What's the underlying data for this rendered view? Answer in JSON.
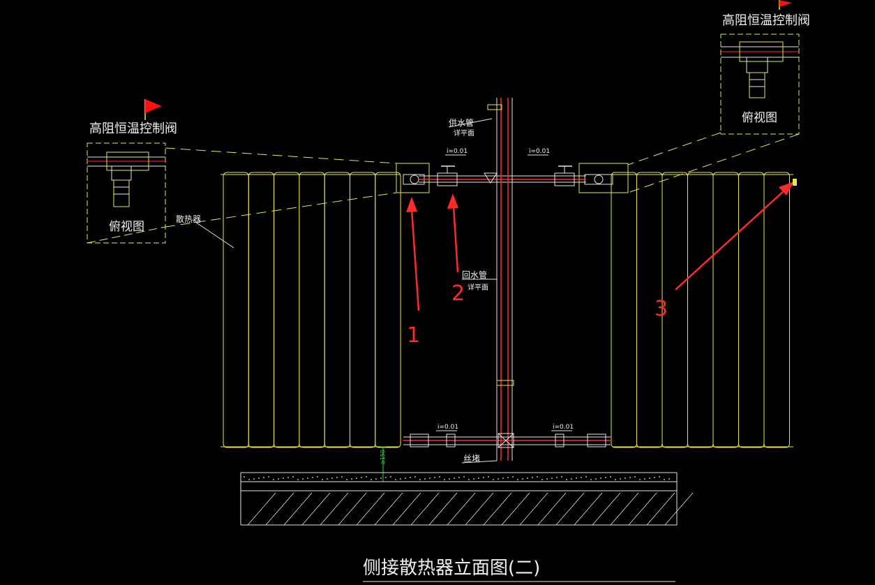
{
  "title": "侧接散热器立面图(二)",
  "valve_label": "高阻恒温控制阀",
  "top_view_label": "俯视图",
  "radiator_label": "散热器",
  "supply_pipe_label": "供水管",
  "supply_pipe_sub": "详平面",
  "return_pipe_label": "回水管",
  "return_pipe_sub": "详平面",
  "slope_label": "i=0.01",
  "plug_label": "丝堵",
  "height_label": "≥150",
  "markers": [
    "1",
    "2",
    "3"
  ],
  "colors": {
    "background": "#000000",
    "radiator": "#e8e84a",
    "pipe_outline": "#e6e6e6",
    "pipe_center": "#ff2a2a",
    "annotation": "#ff2a2a",
    "dimension": "#31d24a"
  }
}
